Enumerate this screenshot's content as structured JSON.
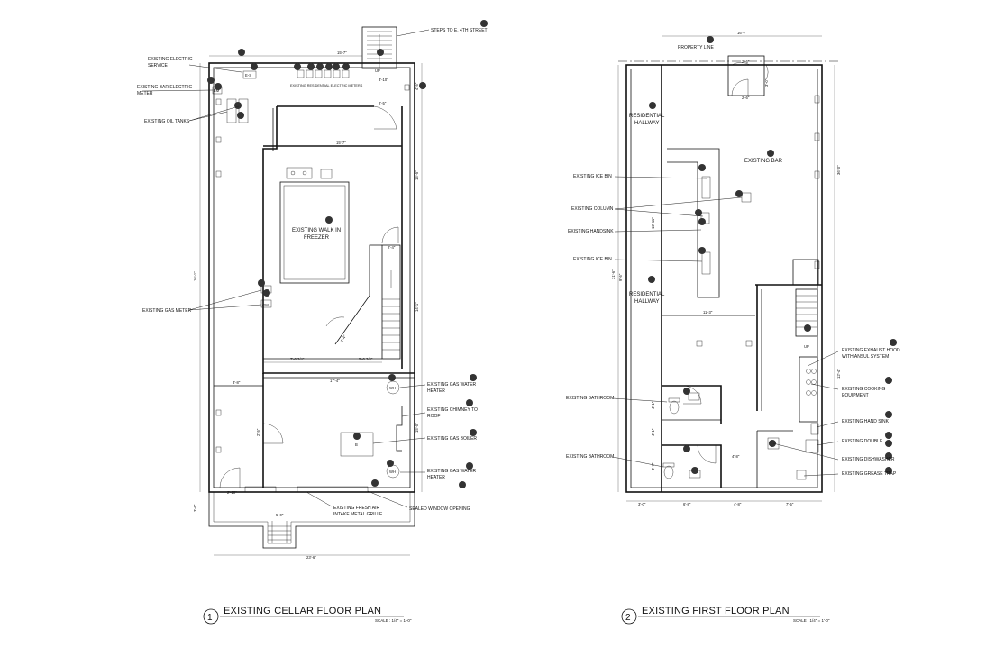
{
  "cellar": {
    "title": "EXISTING CELLAR FLOOR PLAN",
    "number": "1",
    "scale": "SCALE : 1/4\" = 1'-0\"",
    "labels": {
      "steps": "STEPS TO E. 4TH STREET",
      "electric_service_1": "EXISTING ELECTRIC",
      "electric_service_2": "SERVICE",
      "bar_meter_1": "EXISTING BAR ELECTRIC",
      "bar_meter_2": "METER",
      "oil_tanks": "EXISTING OIL TANKS",
      "res_meters": "EXISTING RESIDENTIAL ELECTRIC METERS",
      "freezer_1": "EXISTING WALK IN",
      "freezer_2": "FREEZER",
      "gas_meter": "EXISTING GAS METER",
      "water_heater_1a": "EXISTING GAS WATER",
      "water_heater_1b": "HEATER",
      "chimney_1": "EXISTING CHIMNEY TO",
      "chimney_2": "ROOF",
      "boiler": "EXISTING GAS BOILER",
      "water_heater_2a": "EXISTING GAS WATER",
      "water_heater_2b": "HEATER",
      "fresh_air_1": "EXISTING FRESH AIR",
      "fresh_air_2": "INTAKE METAL GRILLE",
      "sealed_window": "SEALED WINDOW OPENING"
    },
    "tags": {
      "es": "E-S",
      "em": "EM",
      "gm": "GM",
      "wh": "WH",
      "up": "UP",
      "b": "B"
    },
    "dims": {
      "top_width": "15'-7\"",
      "stair_width": "3'-10\"",
      "top_rt": "4'-5\"",
      "mid_top": "2'-5\"",
      "freezer_w": "15'-7\"",
      "right_mid": "15'-5\"",
      "left_total": "16'-1\"",
      "door_small": "2'-4\"",
      "stair_len": "14'-1\"",
      "lower_a": "7'-6 3/4\"",
      "lower_b": "5'-6 3/4\"",
      "mid_span": "17'-4\"",
      "left_a": "3'-8\"",
      "door_b": "2'-5\"",
      "right_b": "15'-0\"",
      "bottom_a": "2'-10\"",
      "bottom_left": "3'-6\"",
      "stair_b": "5'-0\"",
      "total_width": "23'-6\""
    }
  },
  "first": {
    "title": "EXISTING FIRST FLOOR PLAN",
    "number": "2",
    "scale": "SCALE : 1/4\" = 1'-0\"",
    "labels": {
      "property_line": "PROPERTY LINE",
      "hallway_a1": "RESIDENTIAL",
      "hallway_a2": "HALLWAY",
      "hallway_b1": "RESIDENTIAL",
      "hallway_b2": "HALLWAY",
      "bar": "EXISTING BAR",
      "ice_bin_1": "EXISTING ICE BIN",
      "column": "EXISTING COLUMN",
      "handsink": "EXISTING HANDSINK",
      "ice_bin_2": "EXISTING ICE BIN",
      "hood_1": "EXISTING EXHAUST HOOD",
      "hood_2": "WITH ANSUL SYSTEM",
      "cooking_1": "EXISTING COOKING",
      "cooking_2": "EQUIPMENT",
      "bathroom_1": "EXISTING BATHROOM",
      "hand_sink": "EXISTING HAND SINK",
      "double": "EXISTING DOUBLE",
      "bathroom_2": "EXISTING BATHROOM",
      "dishwasher": "EXISTING DISHWASHER",
      "grease": "EXISTING GREASE TRAP"
    },
    "tags": {
      "up": "UP",
      "dw": "DW"
    },
    "dims": {
      "top_width": "16'-7\"",
      "door_a": "2'-6\"",
      "door_b": "2'-6\"",
      "door_side": "3'-0\"",
      "left_total": "31'-6\"",
      "right_total": "36'-0\"",
      "bar_span": "11'-3\"",
      "col_len": "12'-11\"",
      "bar_len": "9'-6\"",
      "kitchen_r": "12'-4\"",
      "bath_h1": "4'-1\"",
      "bath_h2": "4'-1\"",
      "bath_h3": "4'-7\"",
      "bath_w": "4'-8\"",
      "bottom_a": "3'-0\"",
      "bottom_b": "6'-8\"",
      "bottom_c": "4'-8\"",
      "bottom_d": "7'-5\""
    }
  },
  "colors": {
    "ink": "#111111",
    "tag": "#333333",
    "paper": "#ffffff"
  }
}
